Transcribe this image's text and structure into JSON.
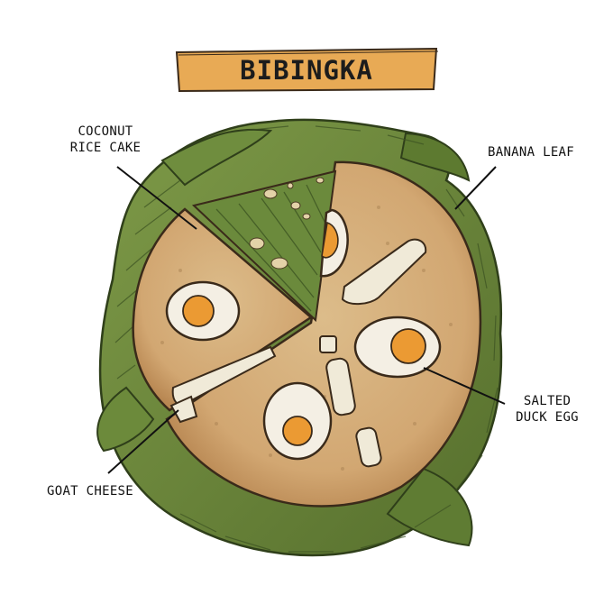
{
  "title": "BIBINGKA",
  "labels": {
    "coconut_rice_cake": [
      "COCONUT",
      "RICE CAKE"
    ],
    "banana_leaf": [
      "BANANA LEAF"
    ],
    "salted_duck_egg": [
      "SALTED",
      "DUCK EGG"
    ],
    "goat_cheese": [
      "GOAT CHEESE"
    ]
  },
  "colors": {
    "banner": "#e8aa55",
    "leaf": "#6b8a3c",
    "leaf_dark": "#3f5a24",
    "cake": "#d9b27e",
    "egg_white": "#f4efe4",
    "yolk": "#eb9a33",
    "cheese": "#f0ead8",
    "outline": "#3a2a1a"
  }
}
